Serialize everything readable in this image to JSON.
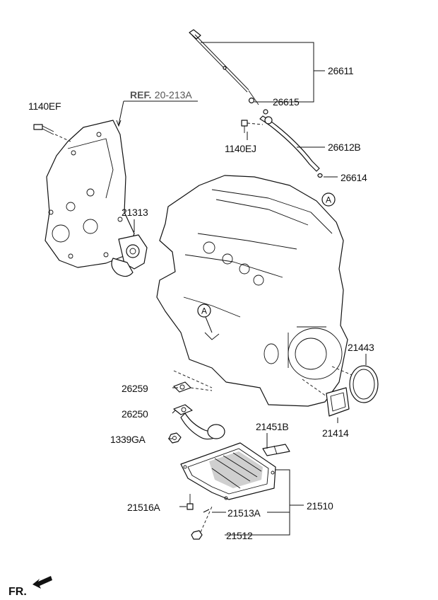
{
  "reference": {
    "prefix": "REF.",
    "code": "20-213A"
  },
  "labels": {
    "p26611": "26611",
    "p26615": "26615",
    "p1140EJ": "1140EJ",
    "p26612B": "26612B",
    "p26614": "26614",
    "p1140EF": "1140EF",
    "p21313": "21313",
    "p21443": "21443",
    "p26259": "26259",
    "p26250": "26250",
    "p21451B": "21451B",
    "p21414": "21414",
    "p1339GA": "1339GA",
    "p21510": "21510",
    "p21516A": "21516A",
    "p21513A": "21513A",
    "p21512": "21512"
  },
  "callouts": {
    "a1": "A",
    "a2": "A"
  },
  "direction": "FR."
}
